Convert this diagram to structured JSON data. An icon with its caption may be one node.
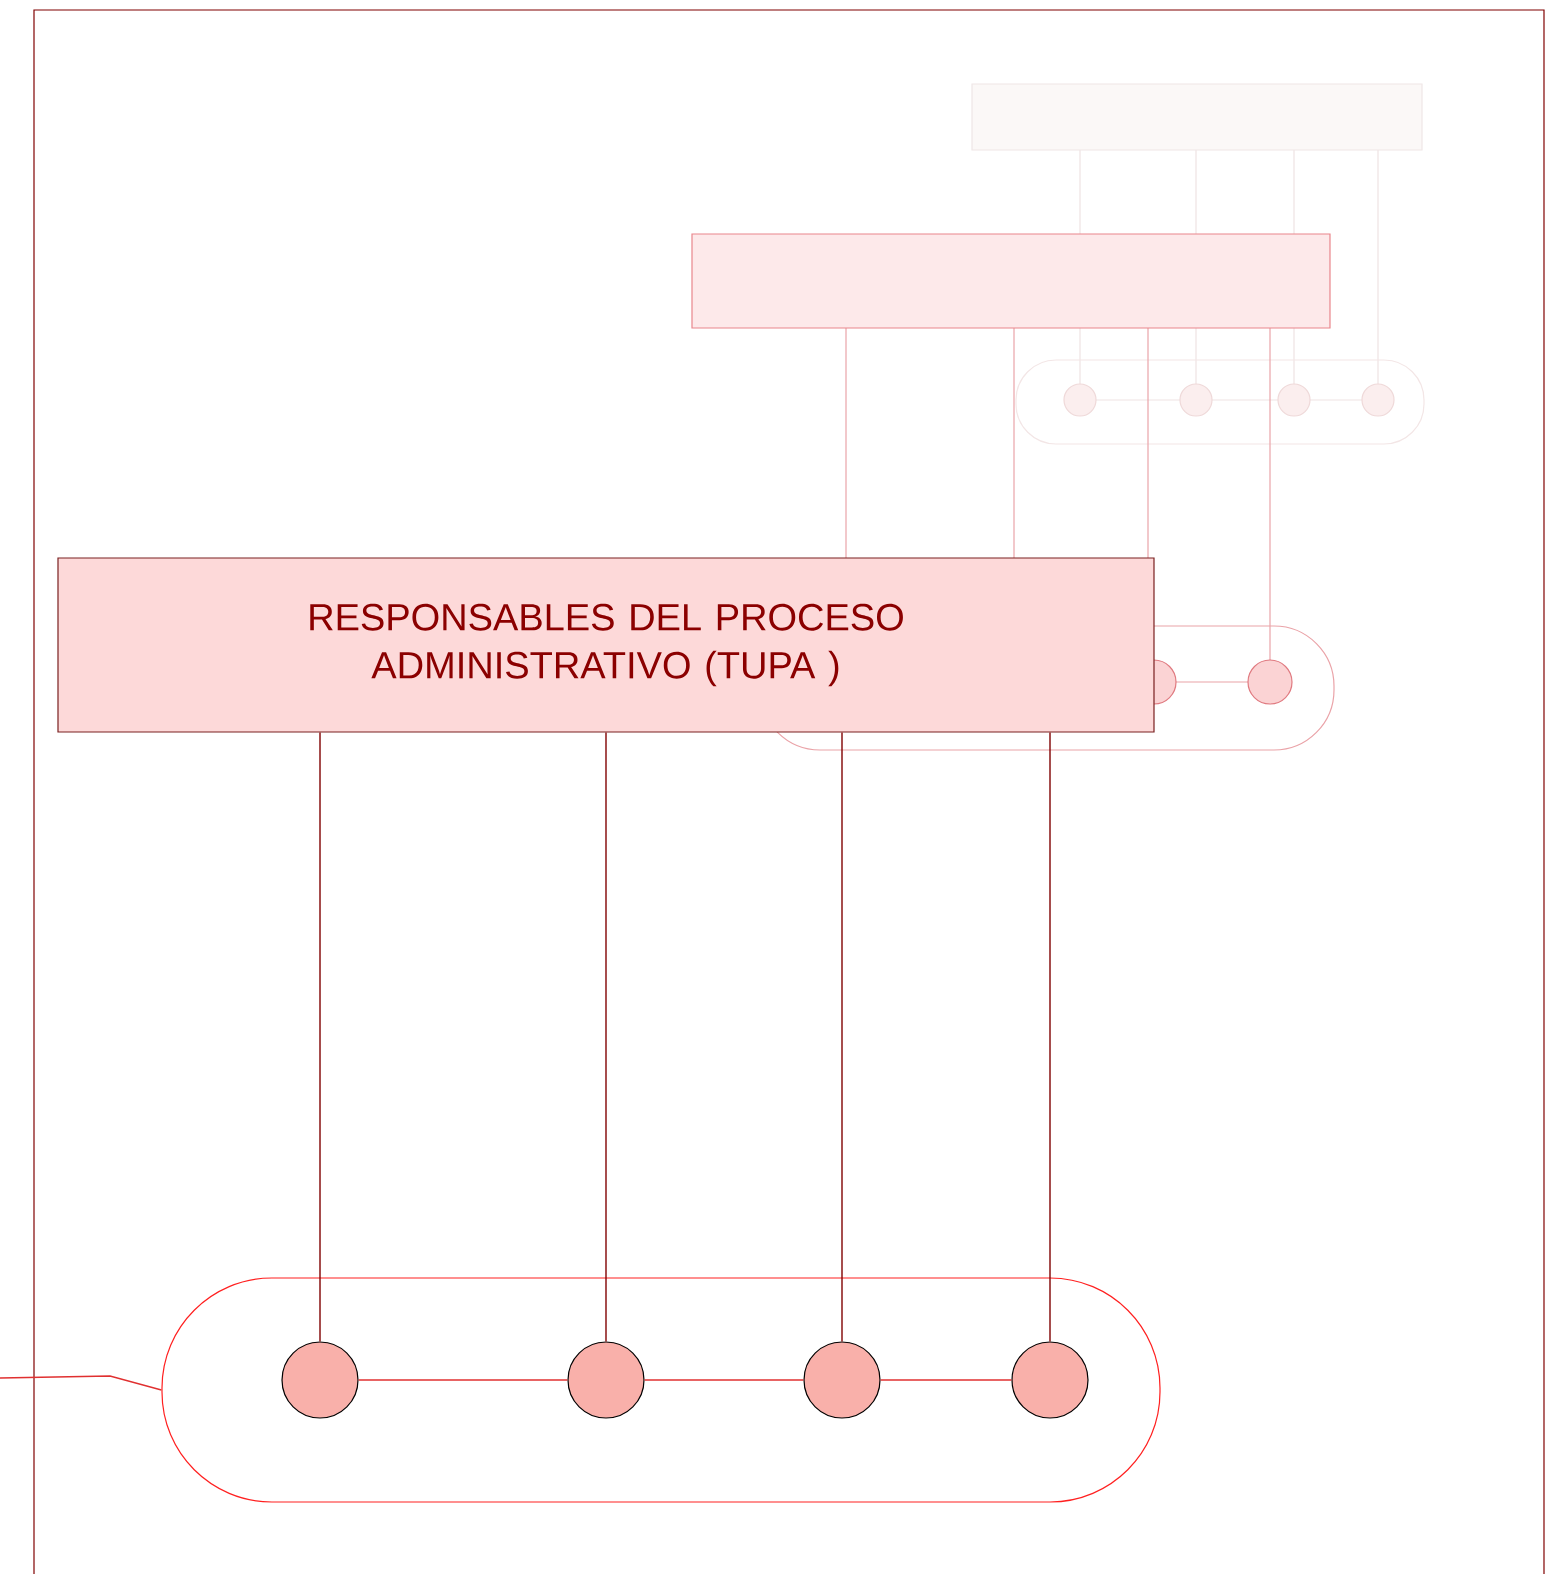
{
  "diagram": {
    "nodes": [
      {
        "text": [
          "RESPONSABLES DEL PROCESO ADMINISTRATIVO (TUPA )"
        ]
      },
      {
        "text": [],
        "shape": "capsule"
      },
      {
        "text": [],
        "shape": "circle",
        "in": 1
      },
      {
        "text": [],
        "shape": "circle",
        "in": 1
      },
      {
        "text": [],
        "shape": "circle",
        "in": 1
      },
      {
        "text": [],
        "shape": "circle",
        "in": 1
      }
    ],
    "edges": [
      {
        "from": 0,
        "to": 2,
        "arrow": "none",
        "color": "#800000"
      },
      {
        "from": 0,
        "to": 3,
        "arrow": "none",
        "color": "#800000"
      },
      {
        "from": 0,
        "to": 4,
        "arrow": "none",
        "color": "#800000"
      },
      {
        "from": 0,
        "to": 5,
        "arrow": "none",
        "color": "#800000"
      },
      {
        "from": 2,
        "to": 3,
        "arrow": "none",
        "color": "#e03030"
      },
      {
        "from": 3,
        "to": 4,
        "arrow": "none",
        "color": "#e03030"
      },
      {
        "from": 4,
        "to": 5,
        "arrow": "none",
        "color": "#e03030"
      },
      {
        "from": null,
        "to": 1,
        "arrow": "none",
        "color": "#e03030"
      }
    ]
  }
}
